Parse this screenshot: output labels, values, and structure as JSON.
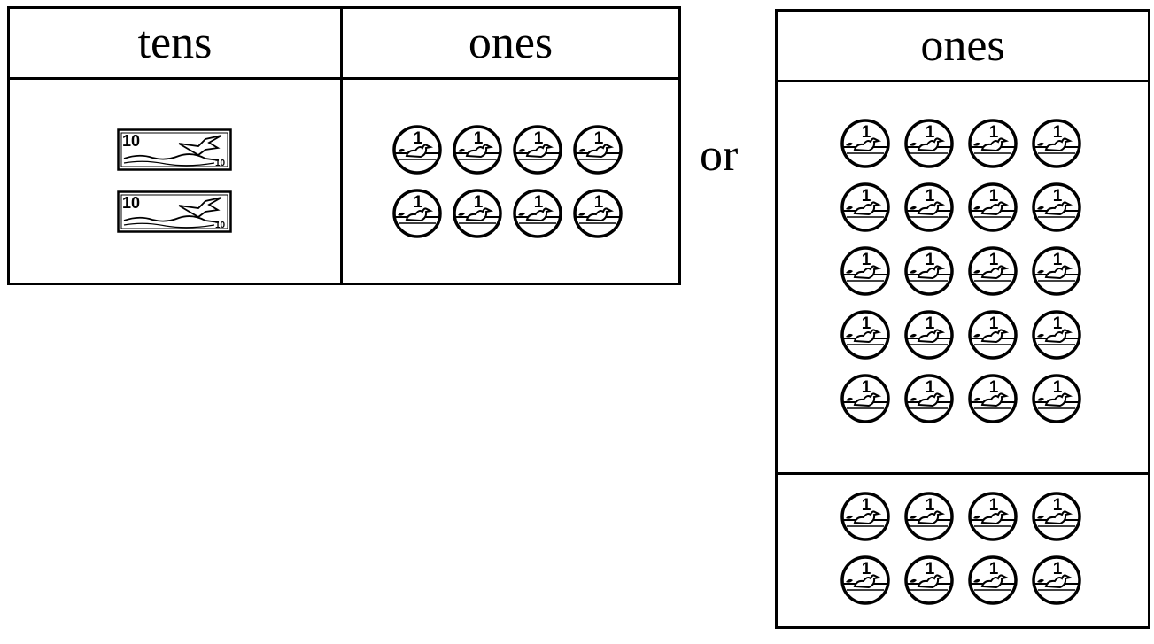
{
  "place_value_chart": {
    "headers": {
      "tens": "tens",
      "ones": "ones"
    },
    "tens_bills": [
      {
        "value_label": "10",
        "corner_label": "10"
      },
      {
        "value_label": "10",
        "corner_label": "10"
      }
    ],
    "ones_coins": {
      "count": 8,
      "value_label": "1"
    }
  },
  "connector_word": "or",
  "alternative_chart": {
    "header": "ones",
    "top_group": {
      "count": 20,
      "value_label": "1"
    },
    "bottom_group": {
      "count": 8,
      "value_label": "1"
    }
  },
  "icons": {
    "bill": "loon-ten-dollar-bill-icon",
    "coin": "loon-one-dollar-coin-icon"
  }
}
